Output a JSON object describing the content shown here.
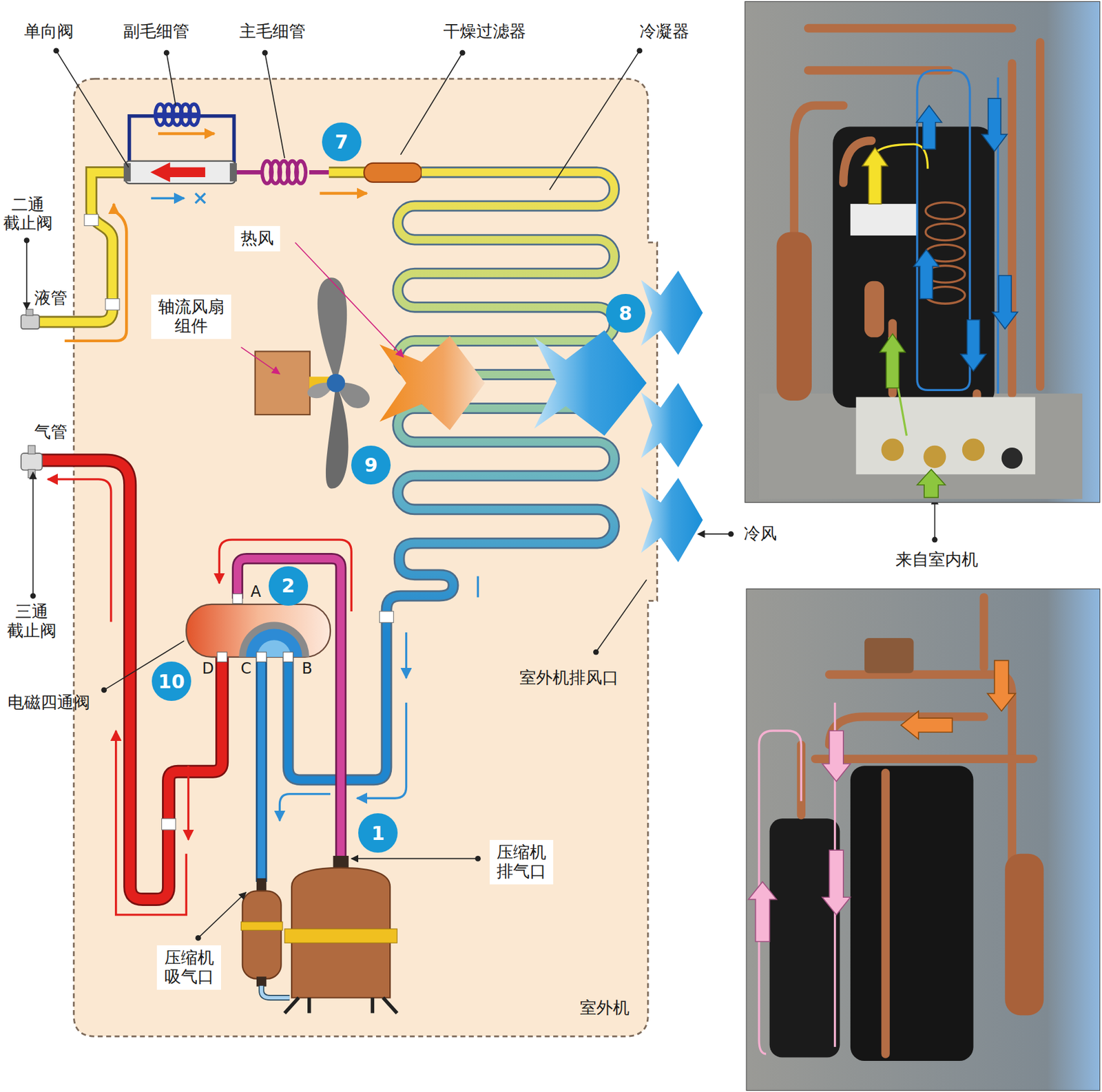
{
  "diagram": {
    "nodes": [
      {
        "text": [
          "室外机"
        ]
      },
      {
        "text": [
          "7"
        ],
        "in": 0
      },
      {
        "text": [
          "热风"
        ],
        "in": 0
      },
      {
        "text": [
          "轴流风扇 组件"
        ],
        "in": 0
      },
      {
        "text": [
          "8"
        ],
        "in": 0
      },
      {
        "text": [
          "9"
        ],
        "in": 0
      },
      {
        "text": [
          "2"
        ],
        "in": 0
      },
      {
        "text": [
          "10"
        ],
        "in": 0
      },
      {
        "text": [
          "1"
        ],
        "in": 0
      },
      {
        "text": [
          "压缩机 排气口"
        ],
        "in": 0
      },
      {
        "text": [
          "压缩机 吸气口"
        ],
        "in": 0
      }
    ],
    "labels": [
      "单向阀",
      "副毛细管",
      "主毛细管",
      "干燥过滤器",
      "冷凝器",
      "二通 截止阀",
      "液管",
      "气管",
      "A",
      "D",
      "C",
      "B",
      "三通 截止阀",
      "电磁四通阀",
      "室外机排风口",
      "冷风",
      "来自室内机"
    ]
  }
}
